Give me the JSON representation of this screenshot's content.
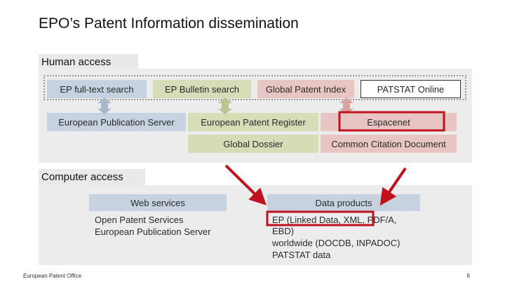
{
  "title": "EPO’s Patent Information dissemination",
  "human_access": {
    "label": "Human access",
    "top_row": [
      "EP full-text search",
      "EP Bulletin search",
      "Global Patent Index",
      "PATSTAT Online"
    ],
    "middle_row": [
      "European Publication Server",
      "European Patent Register",
      "Espacenet"
    ],
    "bottom_row": [
      "Global Dossier",
      "Common Citation Document"
    ]
  },
  "computer_access": {
    "label": "Computer access",
    "web_services": {
      "heading": "Web services",
      "line1": "Open Patent Services",
      "line2": "European Publication Server"
    },
    "data_products": {
      "heading": "Data products",
      "line1": "EP (Linked Data, XML, PDF/A,",
      "line2": "EBD)",
      "line3": "worldwide (DOCDB, INPADOC)",
      "line4": "PATSTAT data"
    }
  },
  "footer": {
    "organization": "European Patent Office",
    "page_number": "6"
  },
  "colors": {
    "highlight_red": "#c0121c",
    "blue_box": "#c6d2e0",
    "green_box": "#d4ddb6",
    "pink_box": "#e8c4c2",
    "panel_gray": "#ececec"
  }
}
